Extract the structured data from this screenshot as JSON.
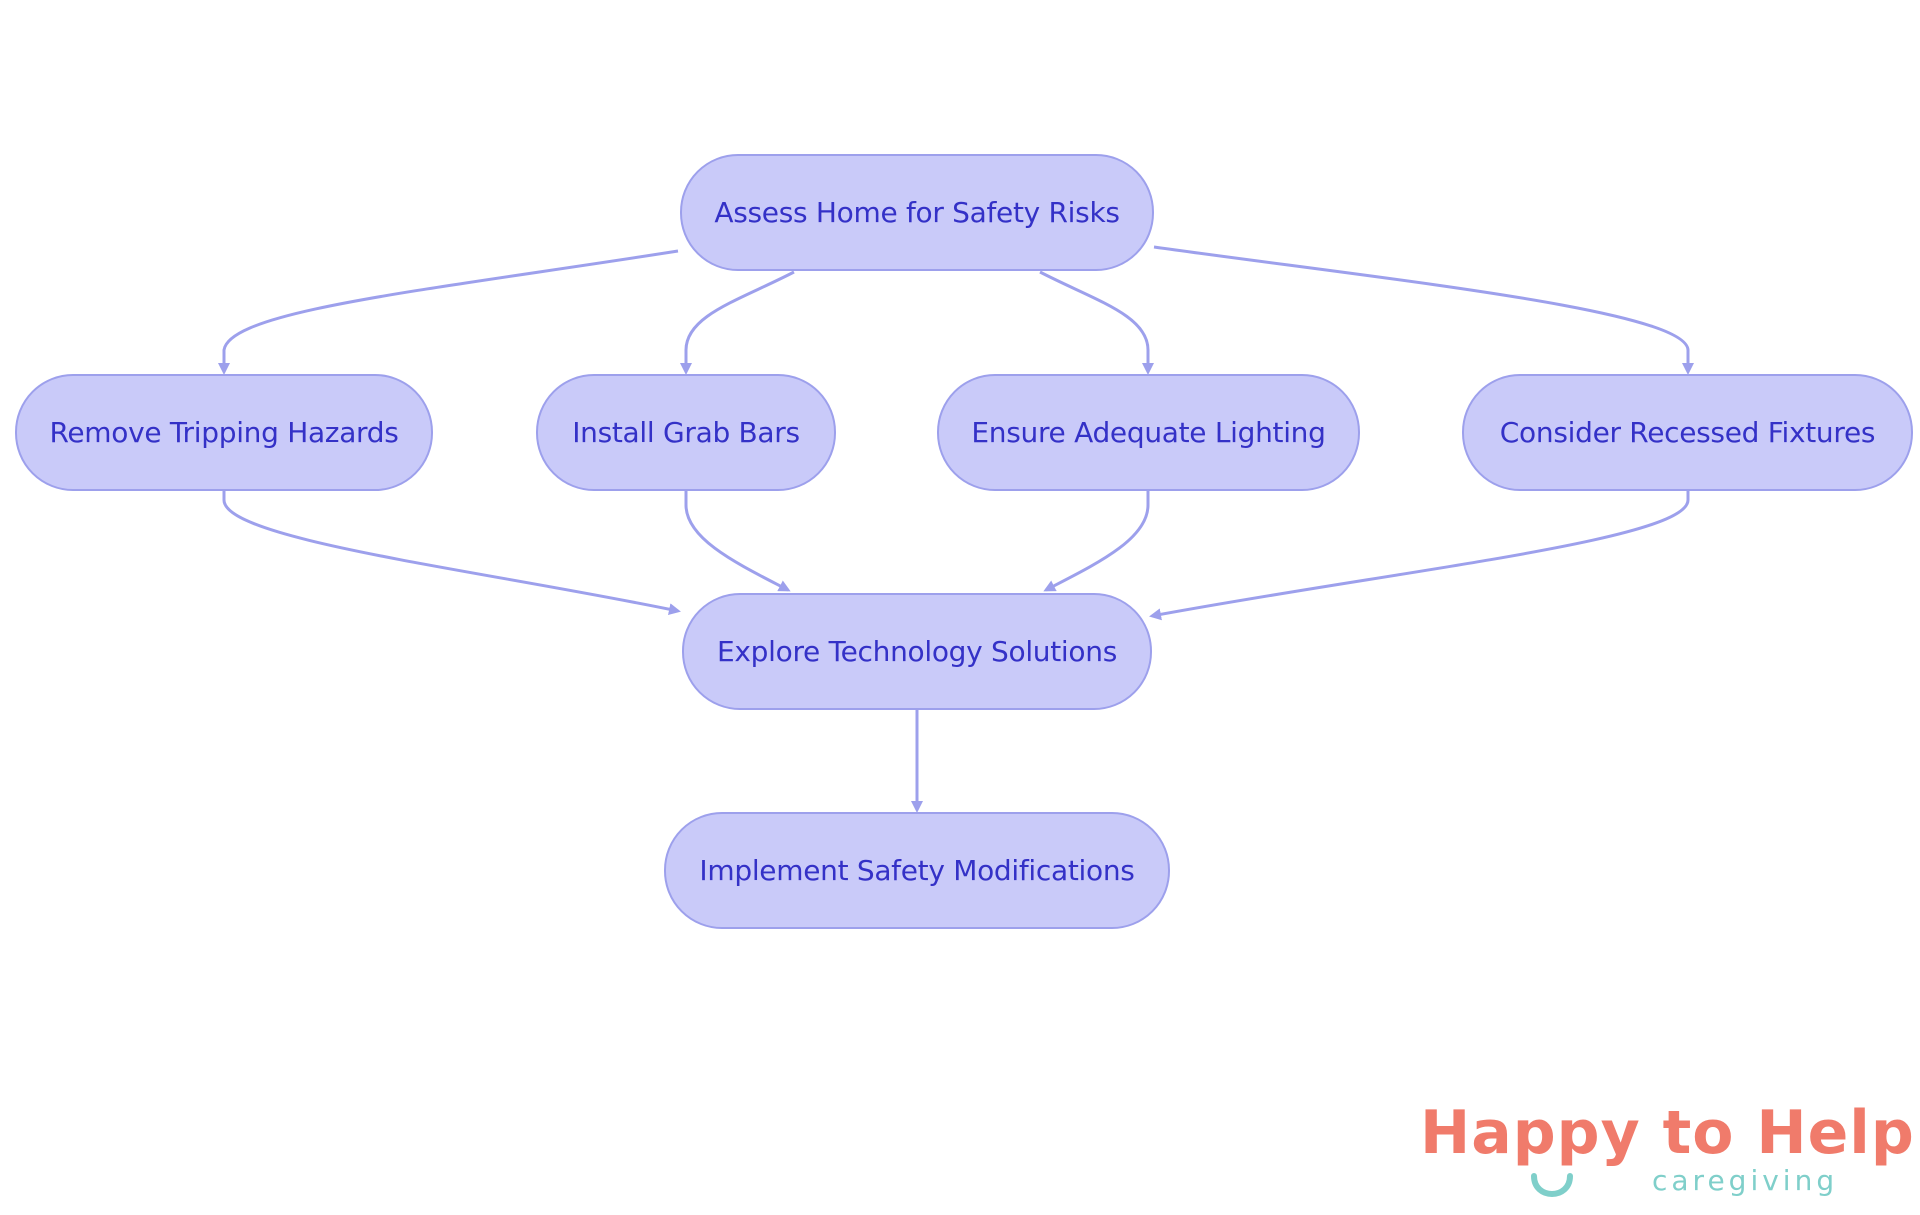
{
  "diagram": {
    "nodes": [
      {
        "id": "assess",
        "label": "Assess Home for Safety Risks"
      },
      {
        "id": "remove",
        "label": "Remove Tripping Hazards"
      },
      {
        "id": "grab",
        "label": "Install Grab Bars"
      },
      {
        "id": "lighting",
        "label": "Ensure Adequate Lighting"
      },
      {
        "id": "recessed",
        "label": "Consider Recessed Fixtures"
      },
      {
        "id": "explore",
        "label": "Explore Technology Solutions"
      },
      {
        "id": "implement",
        "label": "Implement Safety Modifications"
      }
    ],
    "edges": [
      {
        "from": "assess",
        "to": "remove"
      },
      {
        "from": "assess",
        "to": "grab"
      },
      {
        "from": "assess",
        "to": "lighting"
      },
      {
        "from": "assess",
        "to": "recessed"
      },
      {
        "from": "remove",
        "to": "explore"
      },
      {
        "from": "grab",
        "to": "explore"
      },
      {
        "from": "lighting",
        "to": "explore"
      },
      {
        "from": "recessed",
        "to": "explore"
      },
      {
        "from": "explore",
        "to": "implement"
      }
    ],
    "colors": {
      "node_fill": "#c9caf9",
      "node_border": "#9da0ec",
      "node_text": "#3431c7",
      "edge": "#9da0ec"
    }
  },
  "logo": {
    "main": "Happy to Help",
    "sub": "caregiving",
    "colors": {
      "main": "#f07b6b",
      "accent": "#7fcfca"
    }
  }
}
